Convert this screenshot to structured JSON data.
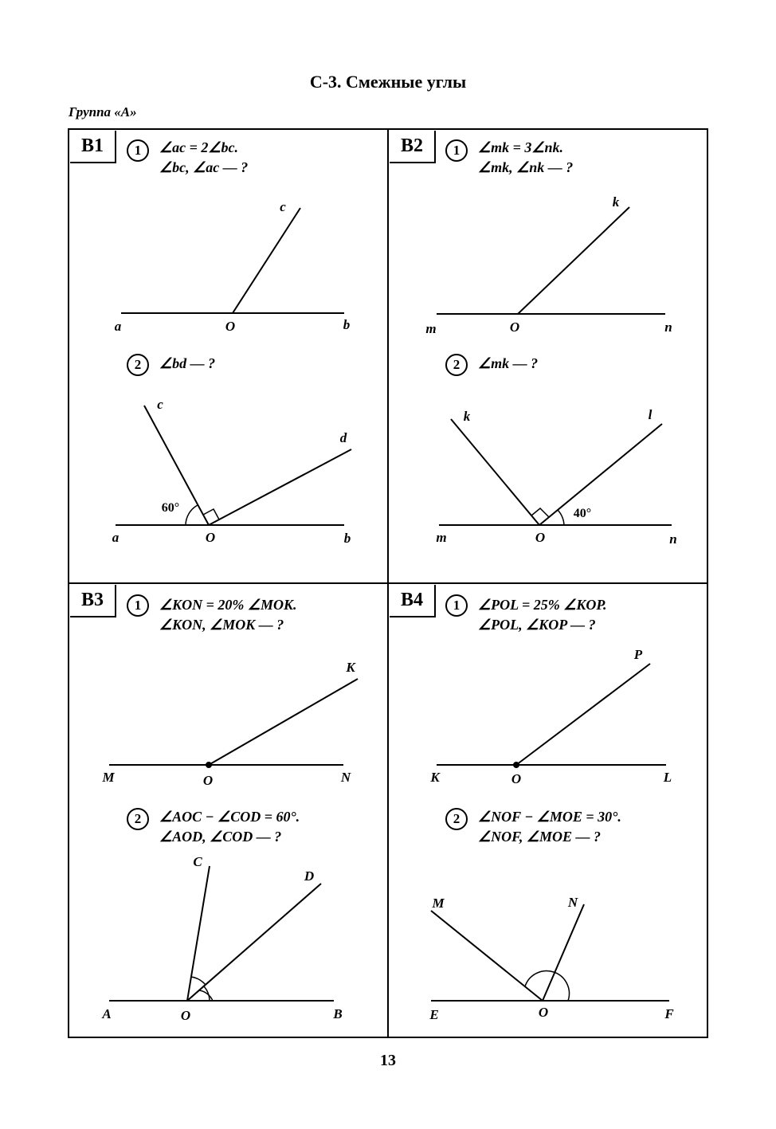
{
  "title": "С-3. Смежные углы",
  "group": "Группа «А»",
  "page_number": "13",
  "variants": [
    {
      "label": "В1",
      "tasks": [
        {
          "num": "1",
          "lines": [
            "∠ac = 2∠bc.",
            "∠bc, ∠ac — ?"
          ],
          "labels": [
            "c",
            "a",
            "O",
            "b"
          ]
        },
        {
          "num": "2",
          "lines": [
            "∠bd — ?"
          ],
          "labels": [
            "c",
            "d",
            "a",
            "O",
            "b"
          ],
          "angle": "60°"
        }
      ]
    },
    {
      "label": "В2",
      "tasks": [
        {
          "num": "1",
          "lines": [
            "∠mk = 3∠nk.",
            "∠mk, ∠nk — ?"
          ],
          "labels": [
            "k",
            "m",
            "O",
            "n"
          ]
        },
        {
          "num": "2",
          "lines": [
            "∠mk — ?"
          ],
          "labels": [
            "k",
            "l",
            "m",
            "O",
            "n"
          ],
          "angle": "40°"
        }
      ]
    },
    {
      "label": "В3",
      "tasks": [
        {
          "num": "1",
          "lines": [
            "∠KON = 20% ∠MOK.",
            "∠KON, ∠MOK — ?"
          ],
          "labels": [
            "K",
            "M",
            "O",
            "N"
          ]
        },
        {
          "num": "2",
          "lines": [
            "∠AOC − ∠COD = 60°.",
            "∠AOD, ∠COD — ?"
          ],
          "labels": [
            "C",
            "D",
            "A",
            "O",
            "B"
          ]
        }
      ]
    },
    {
      "label": "В4",
      "tasks": [
        {
          "num": "1",
          "lines": [
            "∠POL = 25% ∠KOP.",
            "∠POL, ∠KOP — ?"
          ],
          "labels": [
            "P",
            "K",
            "O",
            "L"
          ]
        },
        {
          "num": "2",
          "lines": [
            "∠NOF − ∠MOE = 30°.",
            "∠NOF, ∠MOE — ?"
          ],
          "labels": [
            "M",
            "N",
            "E",
            "O",
            "F"
          ]
        }
      ]
    }
  ]
}
